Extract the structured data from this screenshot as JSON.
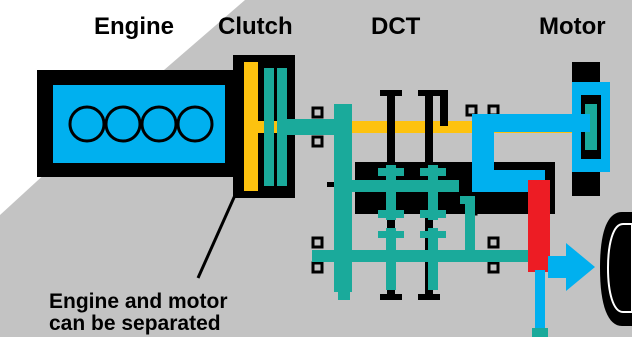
{
  "labels": {
    "engine": "Engine",
    "clutch": "Clutch",
    "dct": "DCT",
    "motor": "Motor",
    "note_line1": "Engine and motor",
    "note_line2": "can be separated"
  },
  "colors": {
    "background_gray": "#c3c3c3",
    "engine_blue": "#00b0ef",
    "clutch_yellow": "#fdc20f",
    "shaft_teal": "#1aaa9b",
    "motor_blue": "#00b0ef",
    "link_red": "#ed1c24",
    "outline_black": "#000000"
  }
}
